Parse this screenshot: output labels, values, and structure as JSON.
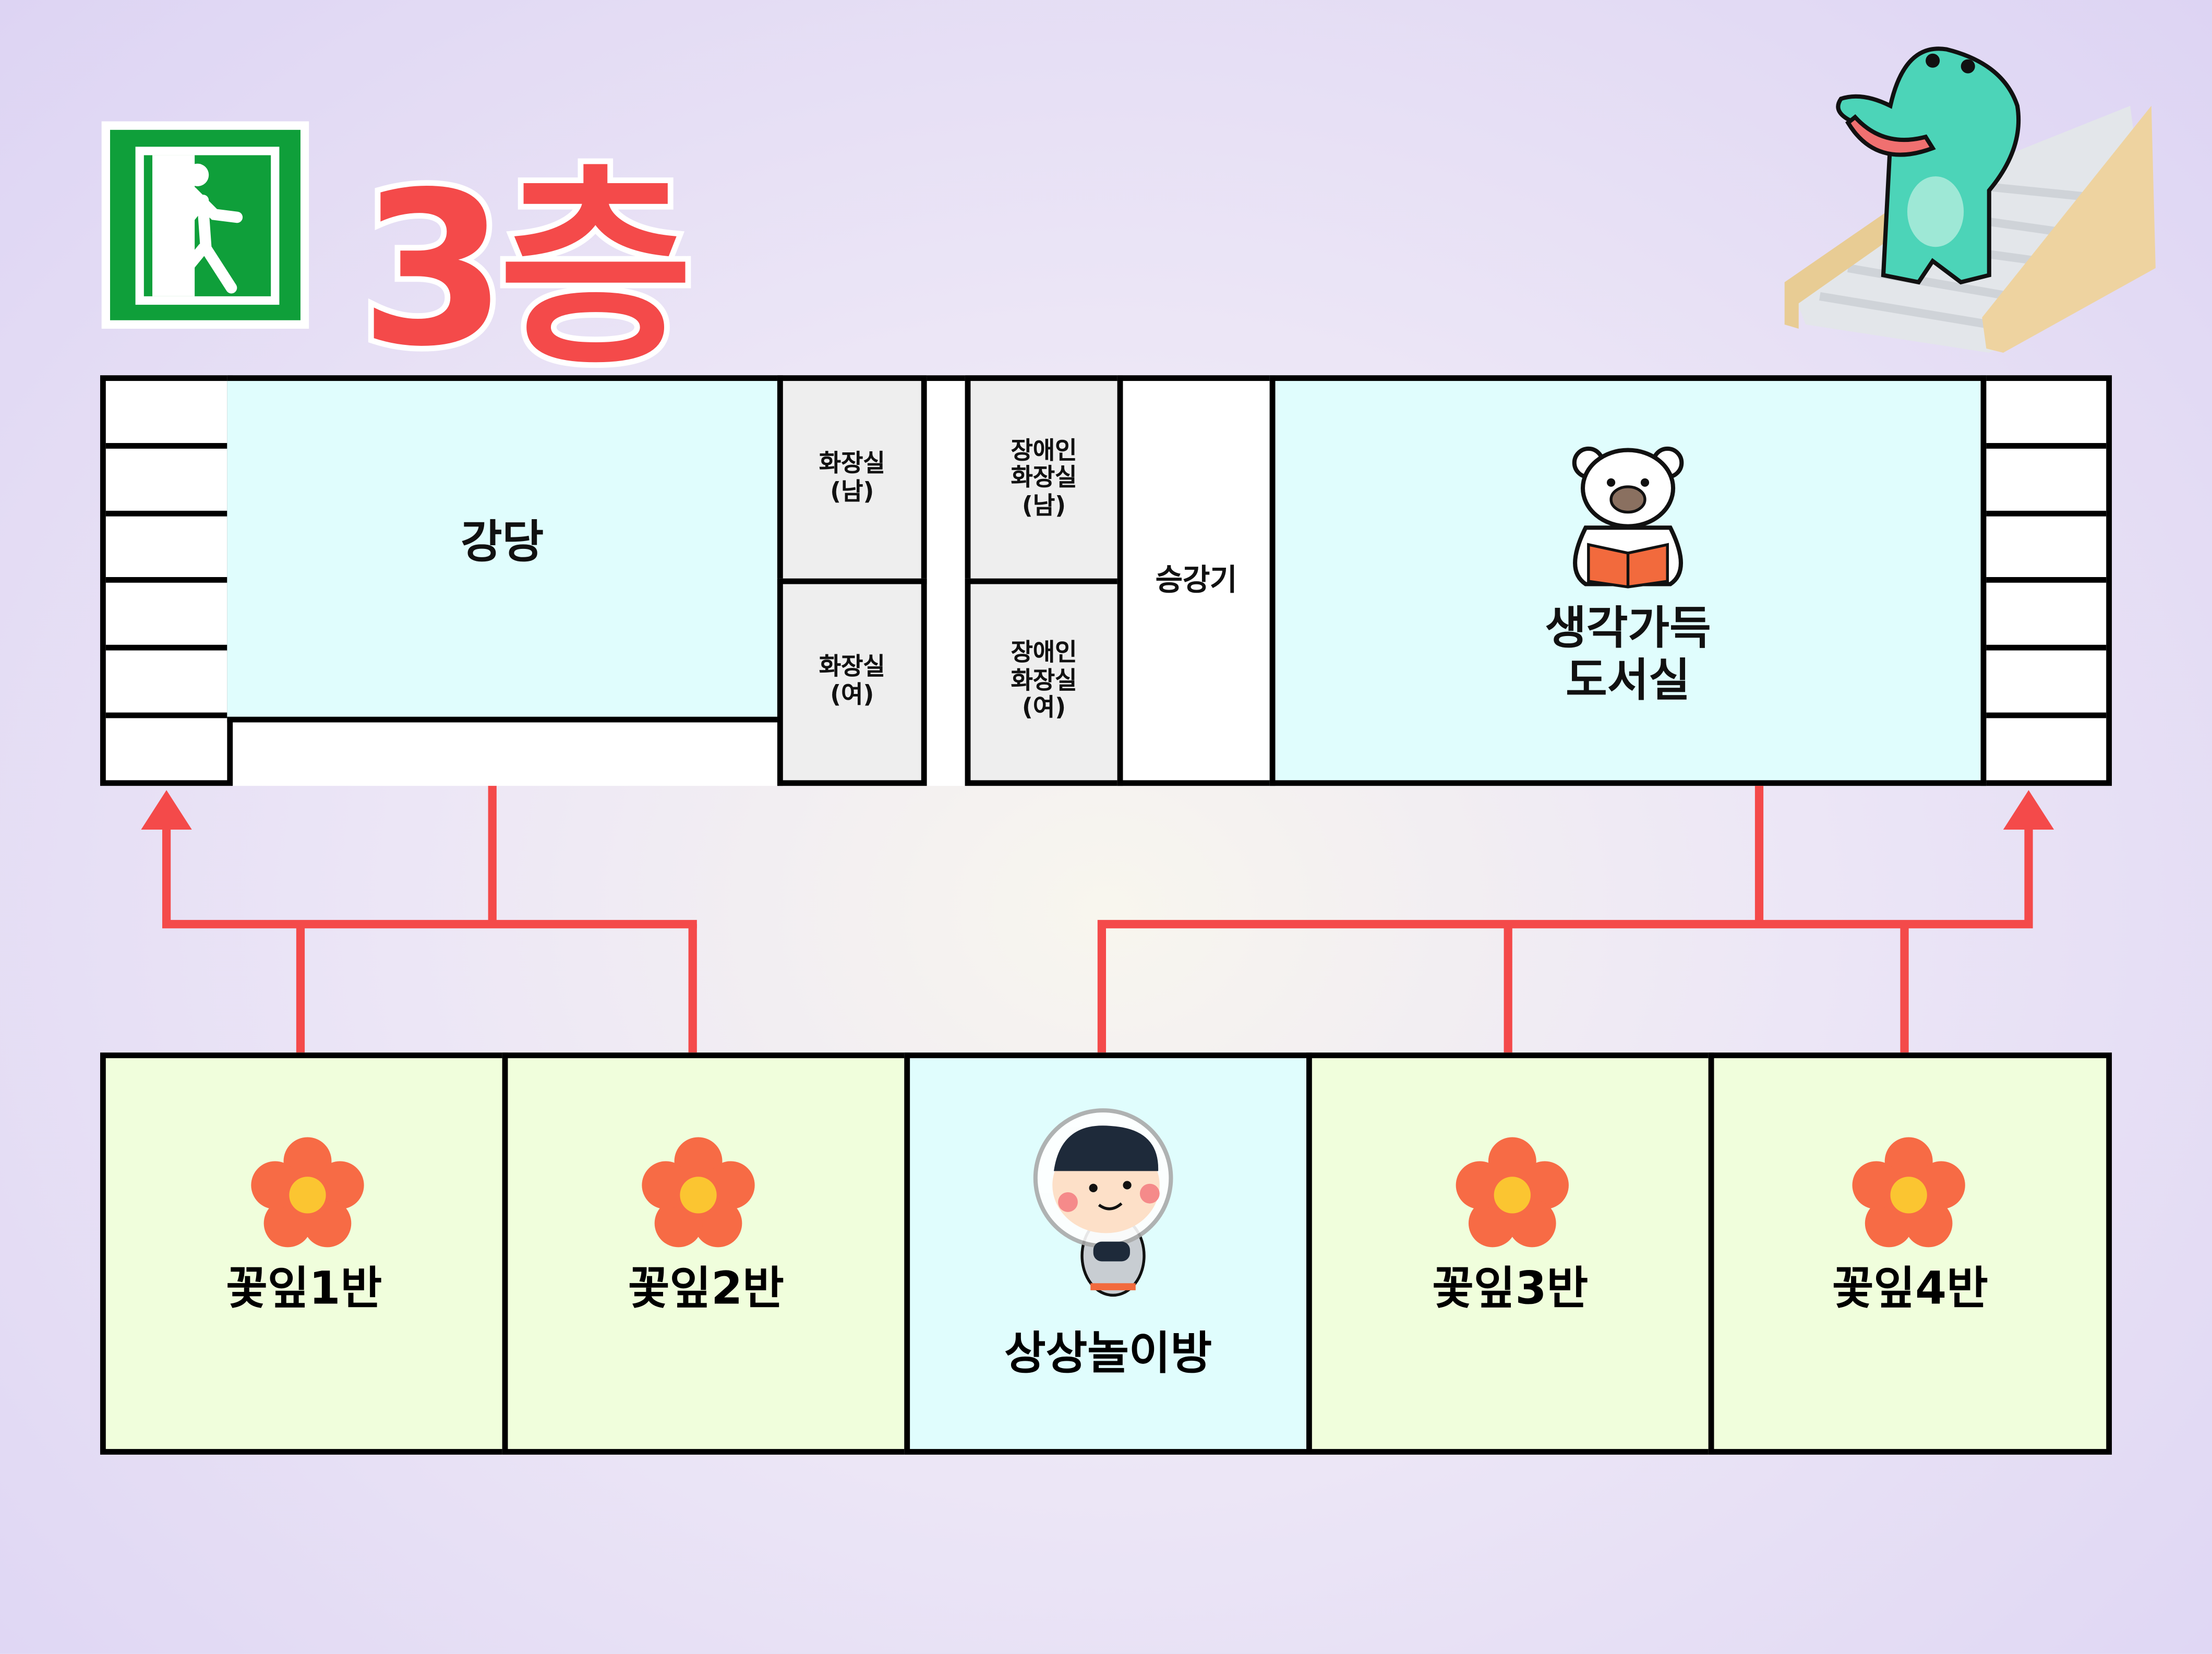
{
  "floor_title": "3층",
  "upper_rooms": {
    "auditorium": "강당",
    "restroom_male": "화장실\n(남)",
    "restroom_female": "화장실\n(여)",
    "accessible_restroom_male": "장애인\n화장실\n(남)",
    "accessible_restroom_female": "장애인\n화장실\n(여)",
    "elevator": "승강기",
    "library": "생각가득\n도서실"
  },
  "lower_rooms": [
    "꽃잎1반",
    "꽃잎2반",
    "상상놀이방",
    "꽃잎3반",
    "꽃잎4반"
  ],
  "colors": {
    "route": "#f44a4a",
    "exit_sign": "#0f9f3a",
    "room_cyan": "#e0fdfd",
    "room_green": "#f0fedc"
  }
}
